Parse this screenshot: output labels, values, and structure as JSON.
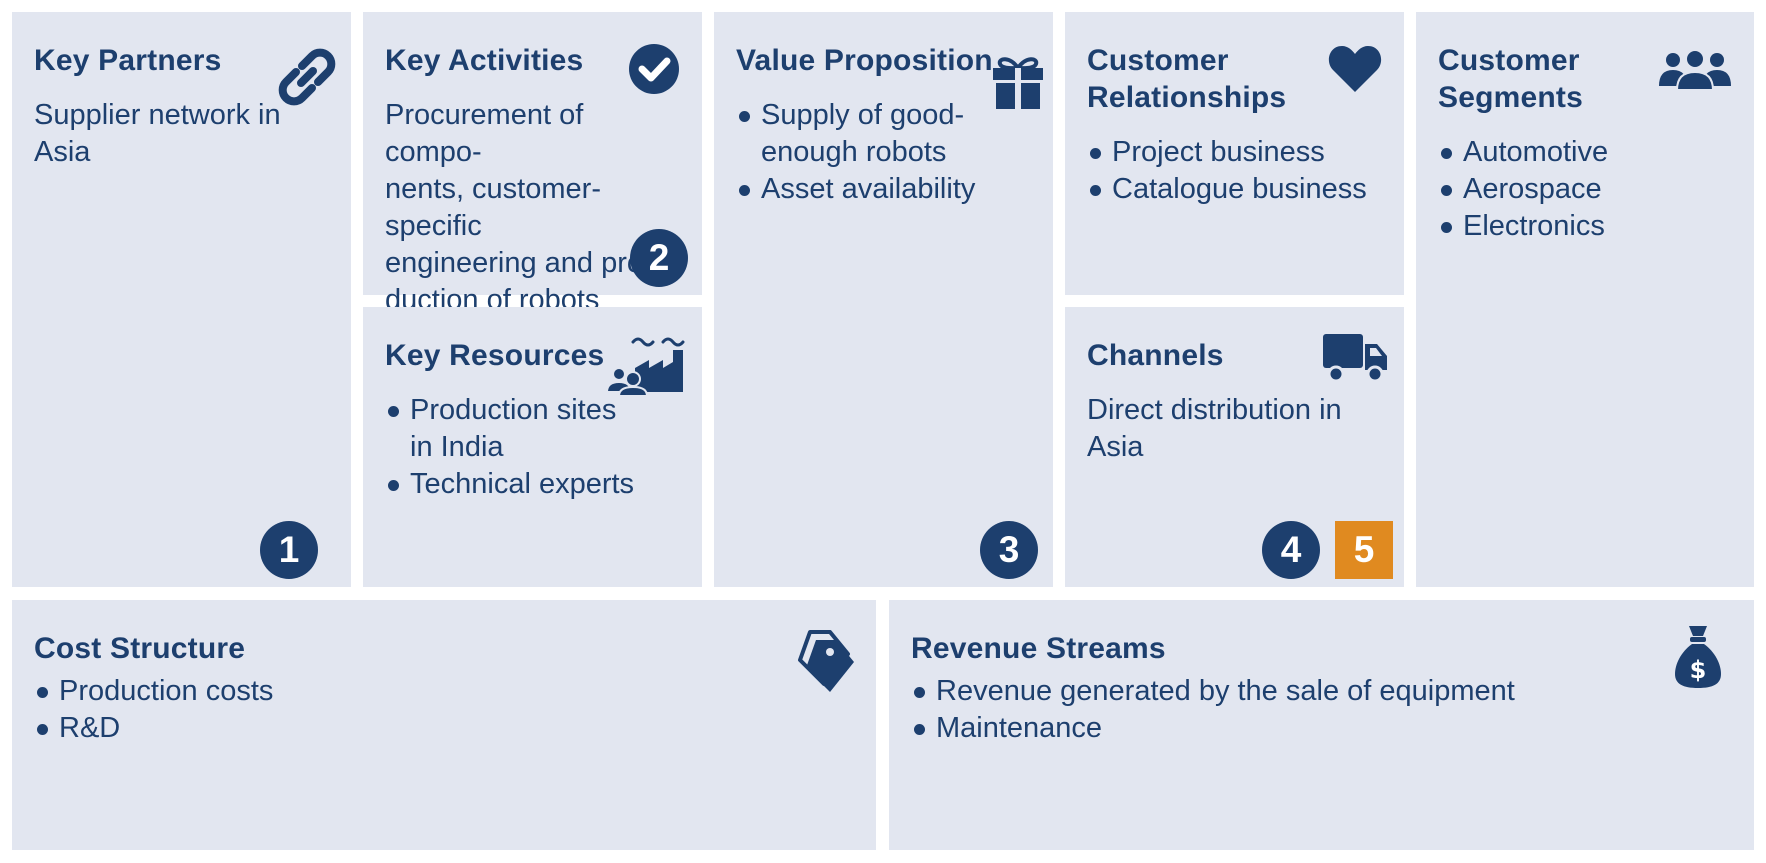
{
  "canvas": {
    "key_partners": {
      "title": "Key Partners",
      "text": "Supplier network in Asia",
      "number": "1",
      "icon": "link-icon"
    },
    "key_activities": {
      "title": "Key Activities",
      "lines": [
        "Procurement of compo-",
        "nents, customer-specific",
        "engineering and pro-",
        "duction of robots"
      ],
      "number": "2",
      "icon": "check-circle-icon"
    },
    "key_resources": {
      "title": "Key Resources",
      "items": [
        {
          "line1": "Production sites",
          "line2": "in India"
        },
        {
          "line1": "Technical experts"
        }
      ],
      "icon": "factory-people-icon"
    },
    "value_proposition": {
      "title": "Value Proposition",
      "items": [
        {
          "line1": "Supply of good-",
          "line2": "enough robots"
        },
        {
          "line1": "Asset availability"
        }
      ],
      "number": "3",
      "icon": "gift-icon"
    },
    "customer_relationships": {
      "title_line1": "Customer",
      "title_line2": "Relationships",
      "items": [
        "Project business",
        "Catalogue business"
      ],
      "icon": "heart-icon"
    },
    "channels": {
      "title": "Channels",
      "text": "Direct distribution in Asia",
      "number": "4",
      "number_highlight": "5",
      "icon": "truck-icon"
    },
    "customer_segments": {
      "title_line1": "Customer",
      "title_line2": "Segments",
      "items": [
        "Automotive",
        "Aerospace",
        "Electronics"
      ],
      "icon": "people-group-icon"
    },
    "cost_structure": {
      "title": "Cost Structure",
      "items": [
        "Production costs",
        "R&D"
      ],
      "icon": "tags-icon"
    },
    "revenue_streams": {
      "title": "Revenue Streams",
      "items": [
        "Revenue generated by the sale of equipment",
        "Maintenance"
      ],
      "icon": "money-bag-icon"
    }
  },
  "colors": {
    "primary": "#1d3f6e",
    "box_background": "#e2e6f0",
    "highlight": "#e08a20"
  }
}
